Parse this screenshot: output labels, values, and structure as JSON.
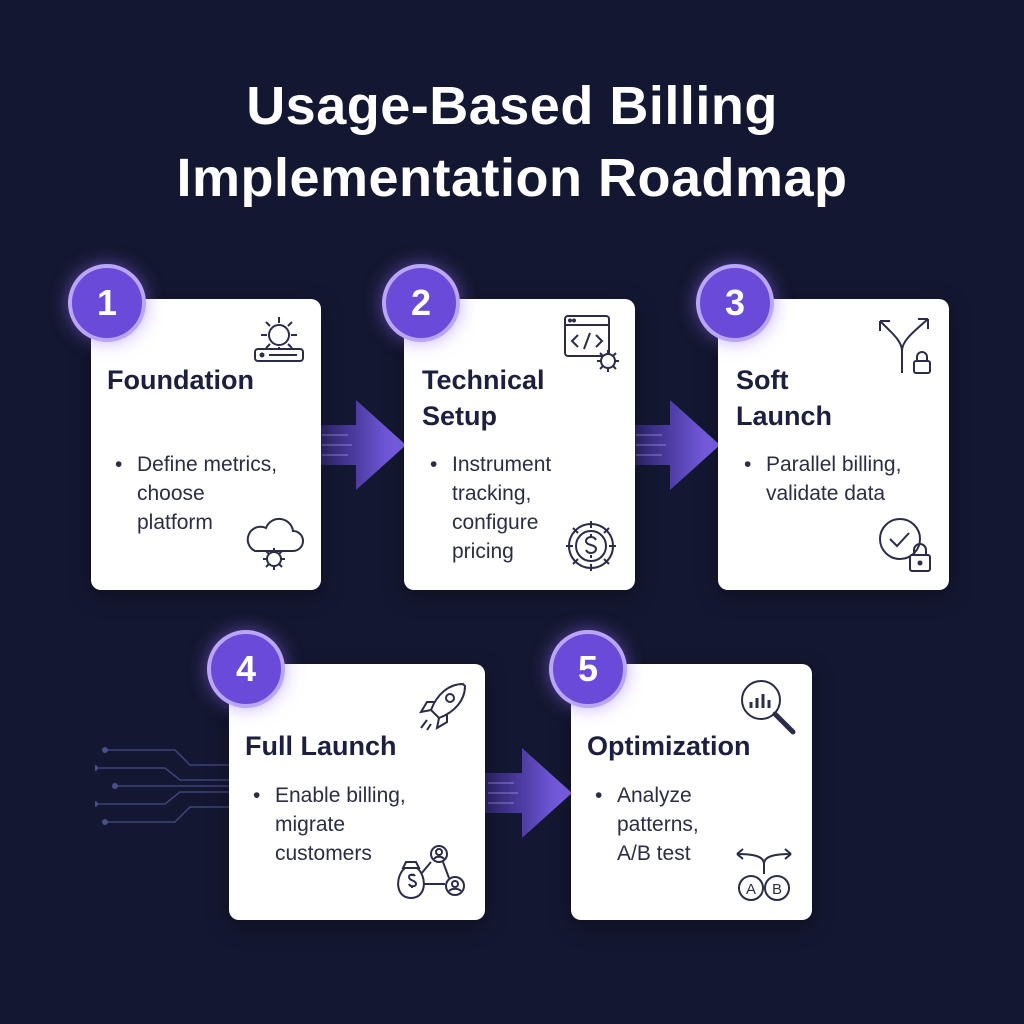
{
  "title": {
    "line1": "Usage-Based Billing",
    "line2": "Implementation Roadmap"
  },
  "colors": {
    "background": "#141731",
    "badge": "#6a4ad8",
    "badge_ring": "#b9a6f7",
    "arrow": "#7b5cf0",
    "card": "#ffffff"
  },
  "steps": [
    {
      "number": "1",
      "heading": [
        "Foundation"
      ],
      "bullet": [
        "Define metrics,",
        "choose",
        "platform"
      ],
      "icons": [
        "gear-server-icon",
        "cloud-gear-icon"
      ]
    },
    {
      "number": "2",
      "heading": [
        "Technical",
        "Setup"
      ],
      "bullet": [
        "Instrument",
        "tracking,",
        "configure",
        "pricing"
      ],
      "icons": [
        "code-window-gear-icon",
        "dollar-gear-icon"
      ]
    },
    {
      "number": "3",
      "heading": [
        "Soft",
        "Launch"
      ],
      "bullet": [
        "Parallel billing,",
        "validate data"
      ],
      "icons": [
        "split-arrow-lock-icon",
        "check-lock-icon"
      ]
    },
    {
      "number": "4",
      "heading": [
        "Full Launch"
      ],
      "bullet": [
        "Enable billing,",
        "migrate",
        "customers"
      ],
      "icons": [
        "rocket-icon",
        "money-bag-users-icon"
      ]
    },
    {
      "number": "5",
      "heading": [
        "Optimization"
      ],
      "bullet": [
        "Analyze",
        "patterns,",
        "A/B test"
      ],
      "icons": [
        "magnifier-chart-icon",
        "ab-test-icon"
      ]
    }
  ]
}
